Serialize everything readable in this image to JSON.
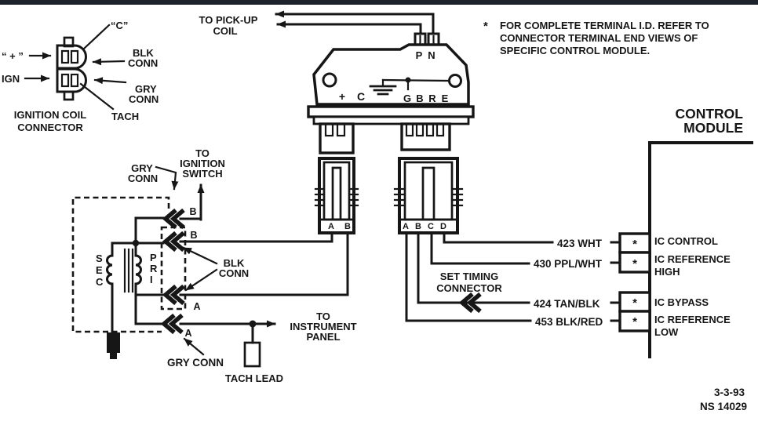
{
  "colors": {
    "ink": "#161616",
    "background": "#ffffff",
    "top_bar": "#1d222c",
    "tach_lead_fill": "#bcbcbc"
  },
  "ignition_coil_connector": {
    "title_line1": "IGNITION COIL",
    "title_line2": "CONNECTOR",
    "c_terminal": "“C”",
    "plus_terminal": "“ + ”",
    "ign_terminal": "IGN",
    "blk_conn_line1": "BLK",
    "blk_conn_line2": "CONN",
    "gry_conn_line1": "GRY",
    "gry_conn_line2": "CONN",
    "tach_terminal": "TACH"
  },
  "pickup_coil": {
    "line1": "TO PICK-UP",
    "line2": "COIL"
  },
  "footnote": {
    "marker": "*",
    "line1": "FOR COMPLETE TERMINAL I.D. REFER TO",
    "line2": "CONNECTOR TERMINAL END VIEWS OF",
    "line3": "SPECIFIC CONTROL MODULE."
  },
  "module": {
    "pin_p": "P",
    "pin_n": "N",
    "terminal_plus": "+",
    "terminal_c": "C",
    "terminal_g": "G",
    "terminal_b": "B",
    "terminal_r": "R",
    "terminal_e": "E"
  },
  "harness_connector_2pin": {
    "pin_a": "A",
    "pin_b": "B"
  },
  "harness_connector_4pin": {
    "pin_a": "A",
    "pin_b": "B",
    "pin_c": "C",
    "pin_d": "D"
  },
  "ignition_coil_circuit": {
    "sec": "SEC",
    "pri": "PRI",
    "gry_conn_top_line1": "GRY",
    "gry_conn_top_line2": "CONN",
    "blk_conn_line1": "BLK",
    "blk_conn_line2": "CONN",
    "gry_conn_bottom": "GRY CONN",
    "terminal_b_gry": "B",
    "terminal_b_blk": "B",
    "terminal_a_blk": "A",
    "terminal_a_gry": "A"
  },
  "destinations": {
    "ignition_switch_line1": "TO",
    "ignition_switch_line2": "IGNITION",
    "ignition_switch_line3": "SWITCH",
    "instrument_panel_line1": "TO",
    "instrument_panel_line2": "INSTRUMENT",
    "instrument_panel_line3": "PANEL",
    "tach_lead": "TACH LEAD"
  },
  "set_timing_connector": {
    "line1": "SET TIMING",
    "line2": "CONNECTOR"
  },
  "wires": [
    {
      "label": "423 WHT",
      "terminal_marker": "*",
      "function_line1": "IC CONTROL",
      "function_line2": ""
    },
    {
      "label": "430 PPL/WHT",
      "terminal_marker": "*",
      "function_line1": "IC REFERENCE",
      "function_line2": "HIGH"
    },
    {
      "label": "424 TAN/BLK",
      "terminal_marker": "*",
      "function_line1": "IC BYPASS",
      "function_line2": ""
    },
    {
      "label": "453 BLK/RED",
      "terminal_marker": "*",
      "function_line1": "IC REFERENCE",
      "function_line2": "LOW"
    }
  ],
  "control_module": {
    "title_line1": "CONTROL",
    "title_line2": "MODULE"
  },
  "footer": {
    "date": "3-3-93",
    "doc_number": "NS 14029"
  }
}
